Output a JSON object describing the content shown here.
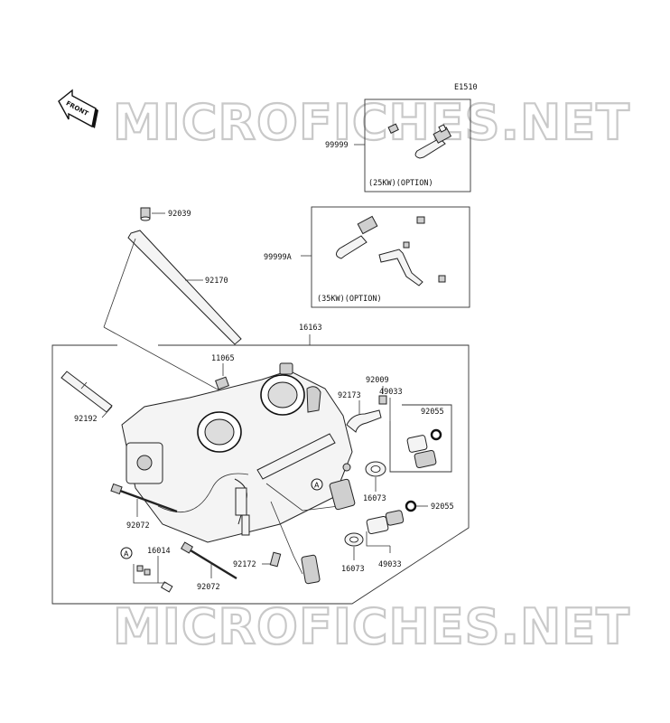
{
  "diagram": {
    "code": "E1510",
    "watermark_top": "MICROFICHES.NET",
    "watermark_bottom": "MICROFICHES.NET",
    "front_label": "FRONT",
    "option_25kw": "(25KW)(OPTION)",
    "option_35kw": "(35KW)(OPTION)",
    "marker_a": "A"
  },
  "labels": {
    "p99999": "99999",
    "p99999a": "99999A",
    "p92039": "92039",
    "p92170": "92170",
    "p16163": "16163",
    "p11065": "11065",
    "p92009": "92009",
    "p92173": "92173",
    "p49033_top": "49033",
    "p92055_top": "92055",
    "p92192": "92192",
    "p16073_top": "16073",
    "p92055_bot": "92055",
    "p92072_left": "92072",
    "p16014": "16014",
    "p92172": "92172",
    "p16073_bot": "16073",
    "p49033_bot": "49033",
    "p92072_bot": "92072"
  }
}
